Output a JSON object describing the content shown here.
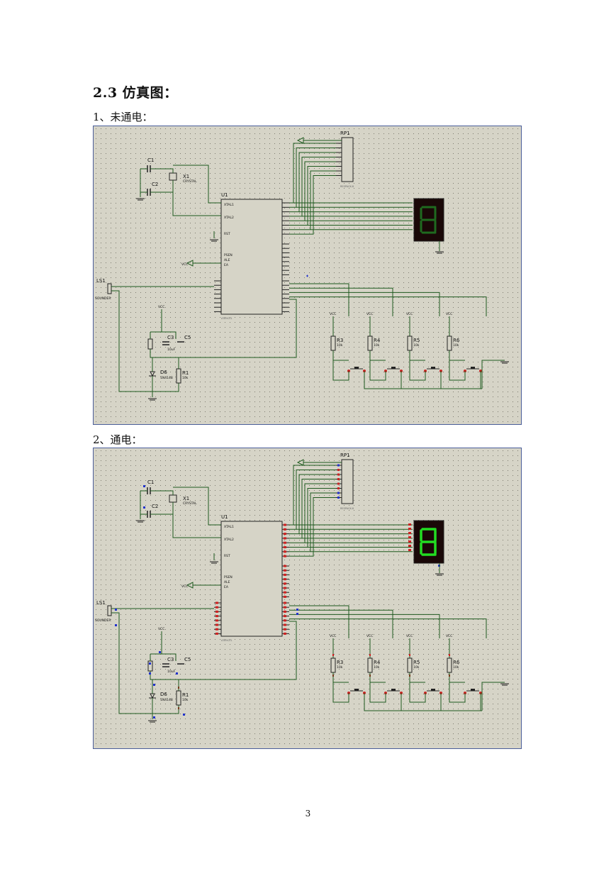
{
  "section": {
    "heading": "2.3 仿真图："
  },
  "captions": [
    "1、未通电：",
    "2、通电："
  ],
  "labels": {
    "rp1": "RP1",
    "u1": "U1",
    "ls1": "LS1",
    "c1": "C1",
    "c2": "C2",
    "c3": "C3",
    "c5": "C5",
    "x1": "X1",
    "crystal": "CRYSTAL",
    "d6": "D6",
    "r1": "R1",
    "r3": "R3",
    "r4": "R4",
    "r5": "R5",
    "r6": "R6",
    "sounder": "SOUNDER",
    "xtal1": "XTAL1",
    "xtal2": "XTAL2",
    "rst": "RST",
    "psen": "PSEN",
    "ale": "ALE",
    "ea": "EA",
    "chip": "AT89C51",
    "vcc": "VCC",
    "respack": "RESPACK-8",
    "text_placeholder": "<TEXT>"
  },
  "colors": {
    "schematic_bg": "#d6d4c7",
    "wire": "#1f5a1f",
    "segment_on": "#22dd22",
    "segment_off": "#1f6a1f",
    "pin_red": "#cc2222",
    "pin_blue": "#2233cc"
  },
  "page_number": "3"
}
